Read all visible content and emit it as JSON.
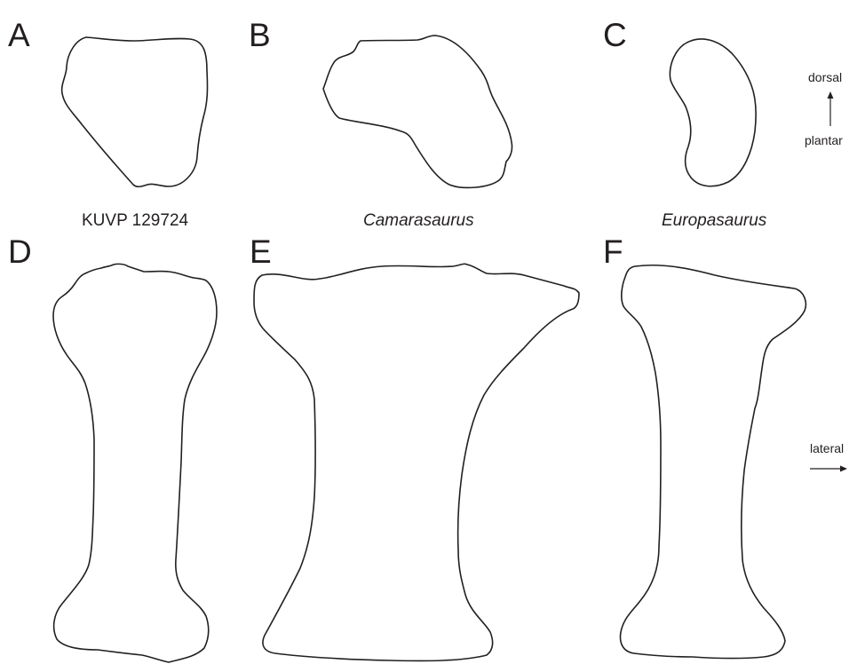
{
  "panels": {
    "a": {
      "letter": "A"
    },
    "b": {
      "letter": "B"
    },
    "c": {
      "letter": "C"
    },
    "d": {
      "letter": "D"
    },
    "e": {
      "letter": "E"
    },
    "f": {
      "letter": "F"
    }
  },
  "captions": {
    "kuvp": "KUVP 129724",
    "camarasaurus": "Camarasaurus",
    "europasaurus": "Europasaurus"
  },
  "orientation": {
    "dorsal": "dorsal",
    "plantar": "plantar",
    "lateral": "lateral"
  }
}
